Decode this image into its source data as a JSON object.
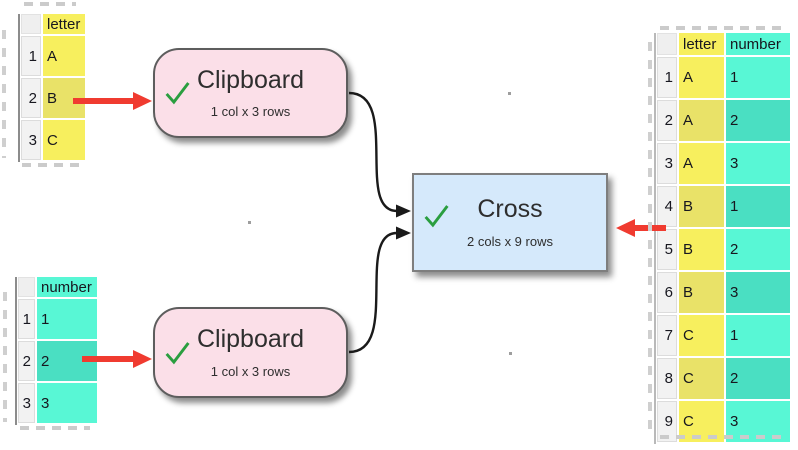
{
  "app": {
    "background": "#ffffff"
  },
  "colors": {
    "column_yellow": "#f7ef5e",
    "column_yellow_alt": "#e9e268",
    "column_teal": "#58f7d5",
    "column_teal_alt": "#4adfc2",
    "node_pink": "#fbdfe8",
    "node_blue": "#d5e9fb",
    "arrow_red": "#f03b30",
    "connector_black": "#1a1a1a",
    "check_green": "#2a9e3f"
  },
  "nodes": {
    "clipboard_top": {
      "title": "Clipboard",
      "subtitle": "1 col x 3 rows",
      "status": "ok"
    },
    "clipboard_bottom": {
      "title": "Clipboard",
      "subtitle": "1 col x 3 rows",
      "status": "ok"
    },
    "cross": {
      "title": "Cross",
      "subtitle": "2 cols x 9 rows",
      "status": "ok"
    }
  },
  "tables": {
    "letter": {
      "columns": [
        {
          "label": "letter",
          "color": "yellow"
        }
      ],
      "rows": [
        {
          "n": "1",
          "cells": [
            "A"
          ]
        },
        {
          "n": "2",
          "cells": [
            "B"
          ]
        },
        {
          "n": "3",
          "cells": [
            "C"
          ]
        }
      ]
    },
    "number": {
      "columns": [
        {
          "label": "number",
          "color": "teal"
        }
      ],
      "rows": [
        {
          "n": "1",
          "cells": [
            "1"
          ]
        },
        {
          "n": "2",
          "cells": [
            "2"
          ]
        },
        {
          "n": "3",
          "cells": [
            "3"
          ]
        }
      ]
    },
    "result": {
      "columns": [
        {
          "label": "letter",
          "color": "yellow"
        },
        {
          "label": "number",
          "color": "teal"
        }
      ],
      "rows": [
        {
          "n": "1",
          "cells": [
            "A",
            "1"
          ]
        },
        {
          "n": "2",
          "cells": [
            "A",
            "2"
          ]
        },
        {
          "n": "3",
          "cells": [
            "A",
            "3"
          ]
        },
        {
          "n": "4",
          "cells": [
            "B",
            "1"
          ]
        },
        {
          "n": "5",
          "cells": [
            "B",
            "2"
          ]
        },
        {
          "n": "6",
          "cells": [
            "B",
            "3"
          ]
        },
        {
          "n": "7",
          "cells": [
            "C",
            "1"
          ]
        },
        {
          "n": "8",
          "cells": [
            "C",
            "2"
          ]
        },
        {
          "n": "9",
          "cells": [
            "C",
            "3"
          ]
        }
      ]
    }
  }
}
